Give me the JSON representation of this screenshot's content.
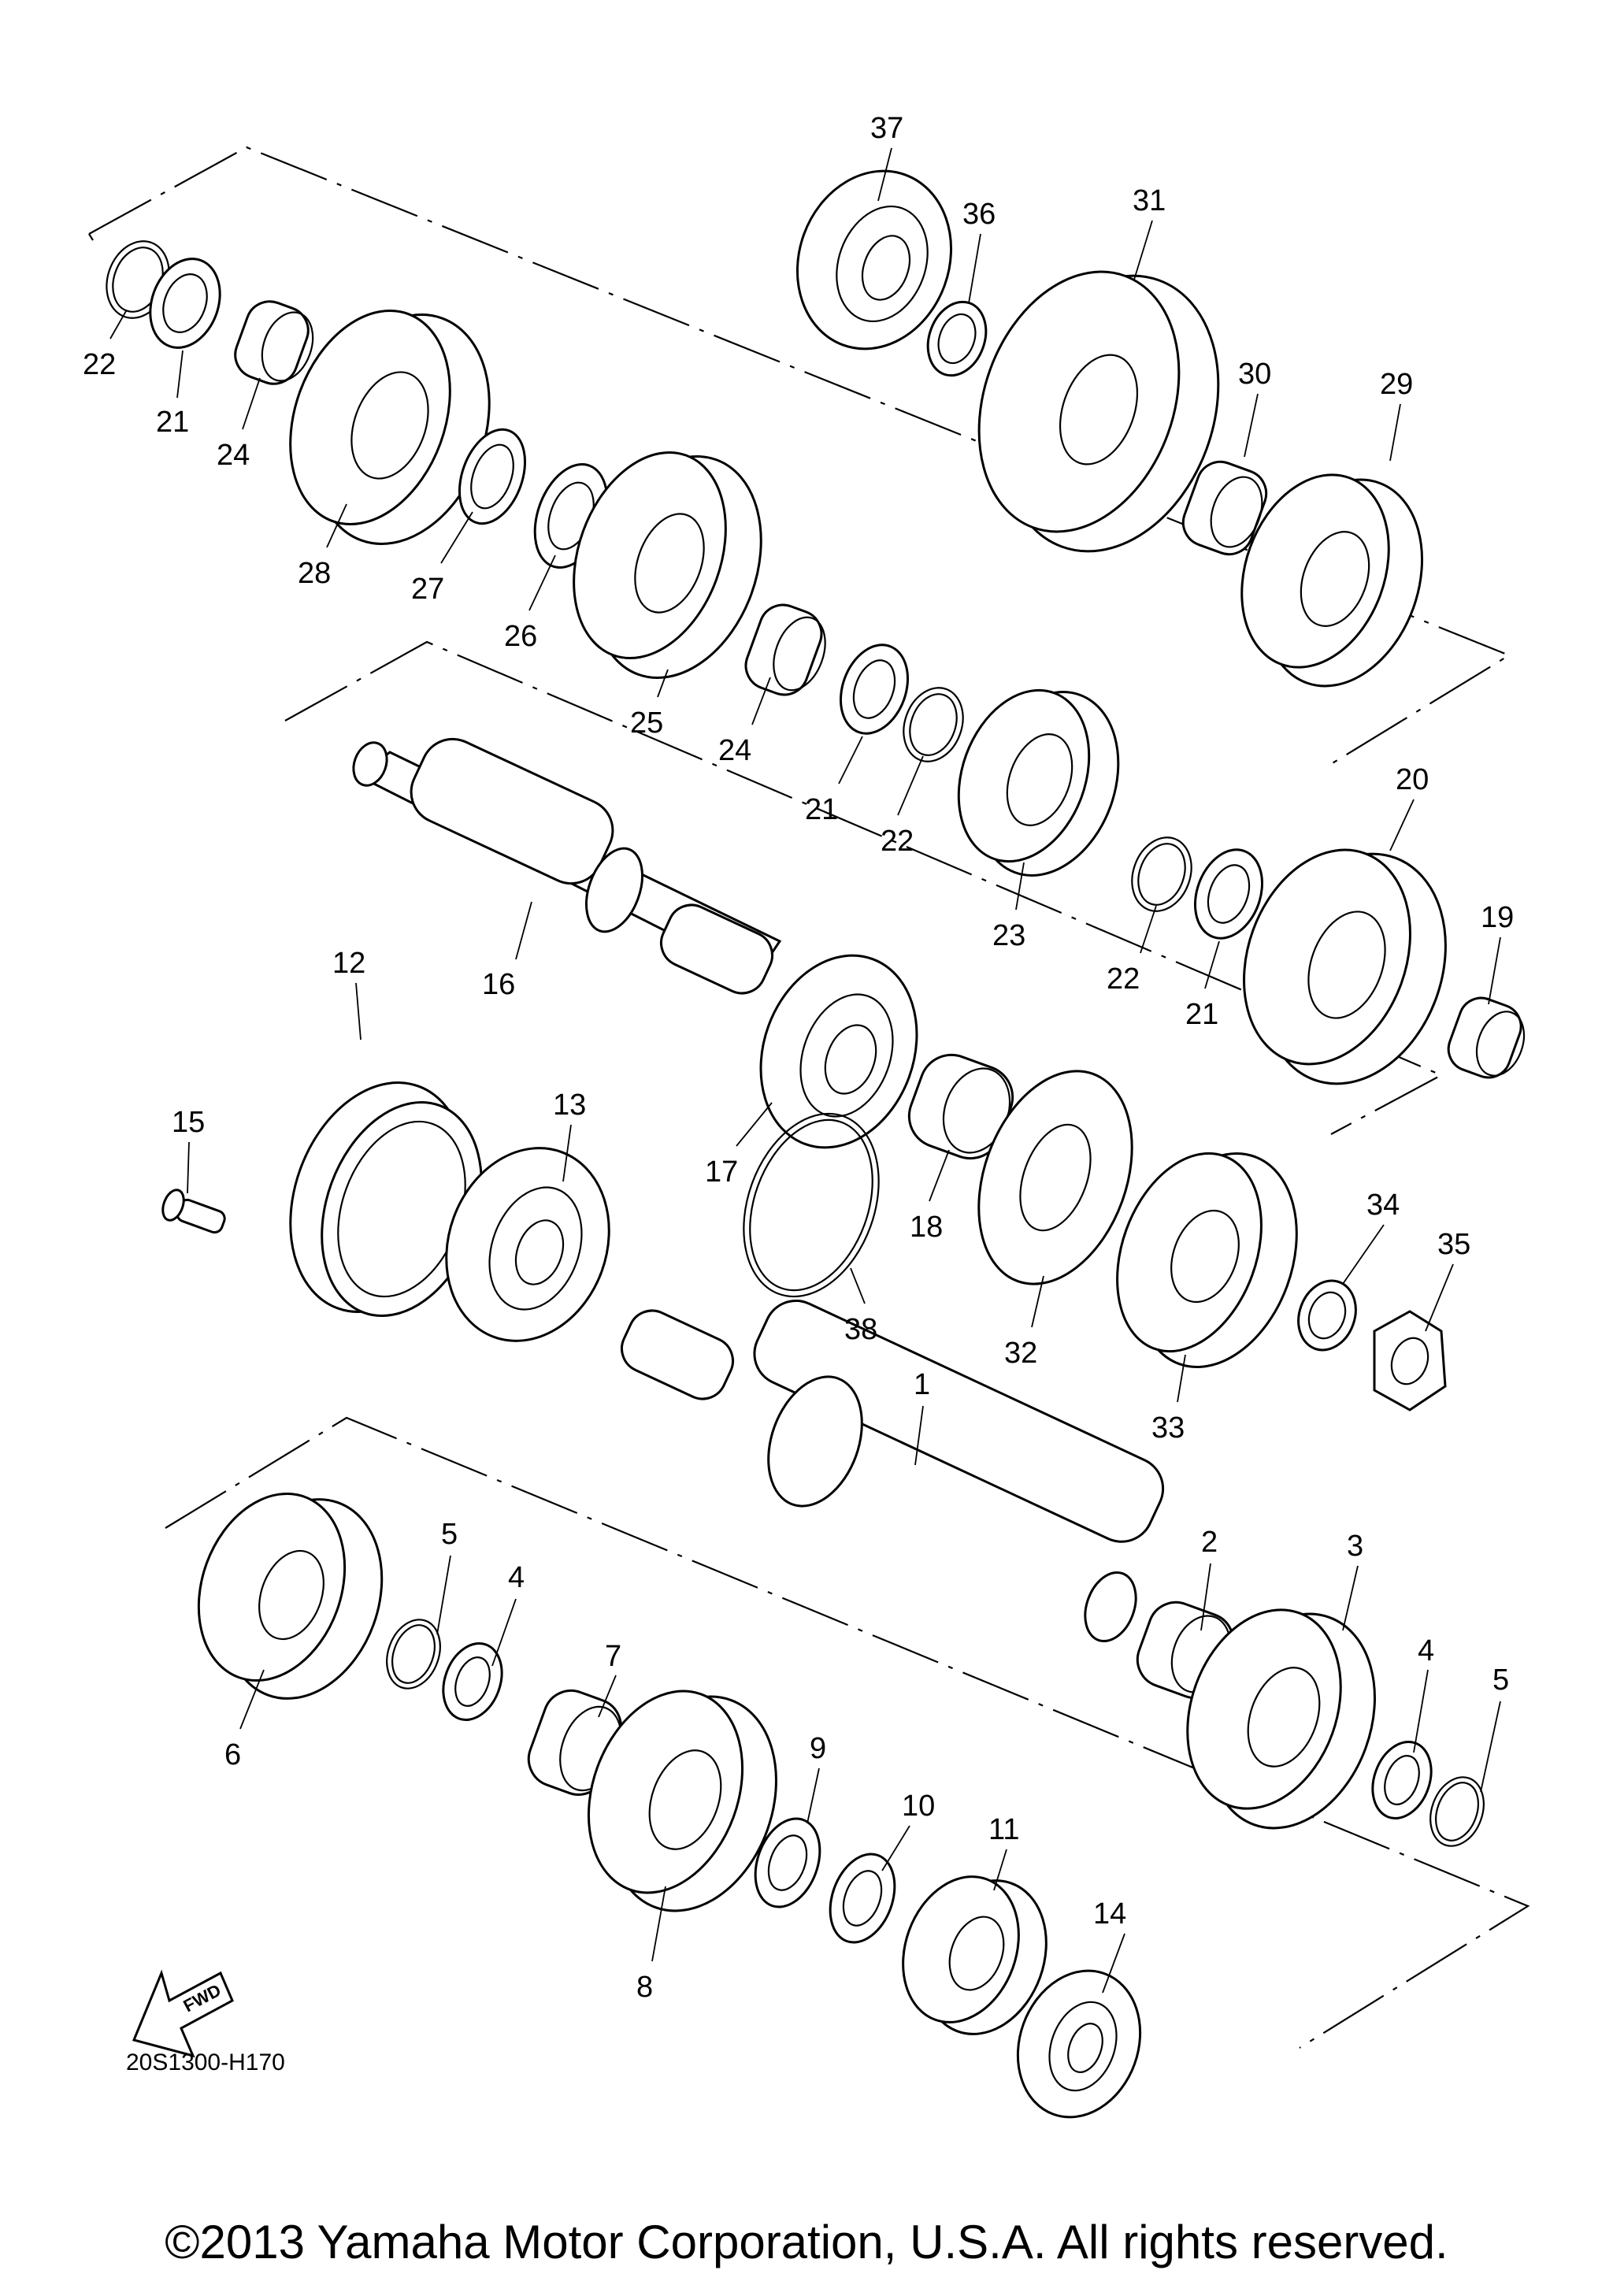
{
  "drawing_code": "20S1300-H170",
  "copyright": "©2013 Yamaha Motor Corporation, U.S.A. All rights reserved.",
  "fwd_label": "FWD",
  "parts": [
    {
      "no": "1"
    },
    {
      "no": "2"
    },
    {
      "no": "3"
    },
    {
      "no": "4"
    },
    {
      "no": "4"
    },
    {
      "no": "5"
    },
    {
      "no": "5"
    },
    {
      "no": "6"
    },
    {
      "no": "7"
    },
    {
      "no": "8"
    },
    {
      "no": "9"
    },
    {
      "no": "10"
    },
    {
      "no": "11"
    },
    {
      "no": "12"
    },
    {
      "no": "13"
    },
    {
      "no": "14"
    },
    {
      "no": "15"
    },
    {
      "no": "16"
    },
    {
      "no": "17"
    },
    {
      "no": "18"
    },
    {
      "no": "19"
    },
    {
      "no": "20"
    },
    {
      "no": "21"
    },
    {
      "no": "21"
    },
    {
      "no": "21"
    },
    {
      "no": "22"
    },
    {
      "no": "22"
    },
    {
      "no": "22"
    },
    {
      "no": "23"
    },
    {
      "no": "24"
    },
    {
      "no": "24"
    },
    {
      "no": "25"
    },
    {
      "no": "26"
    },
    {
      "no": "27"
    },
    {
      "no": "28"
    },
    {
      "no": "29"
    },
    {
      "no": "30"
    },
    {
      "no": "31"
    },
    {
      "no": "32"
    },
    {
      "no": "33"
    },
    {
      "no": "34"
    },
    {
      "no": "35"
    },
    {
      "no": "36"
    },
    {
      "no": "37"
    },
    {
      "no": "38"
    }
  ]
}
